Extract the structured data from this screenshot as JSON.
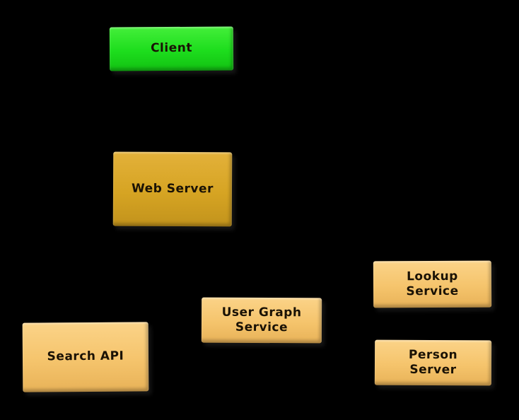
{
  "diagram": {
    "title": "service-architecture-diagram",
    "background_color": "#000000",
    "text_color": "#1a1205",
    "nodes": [
      {
        "id": "client",
        "label": "Client",
        "fill": "#1ddd1d"
      },
      {
        "id": "web-server",
        "label": "Web Server",
        "fill": "#d6a423"
      },
      {
        "id": "search-api",
        "label": "Search API",
        "fill": "#f5c46c"
      },
      {
        "id": "user-graph-service",
        "label": "User Graph\nService",
        "fill": "#f5c46c"
      },
      {
        "id": "lookup-service",
        "label": "Lookup\nService",
        "fill": "#f5c46c"
      },
      {
        "id": "person-server",
        "label": "Person\nServer",
        "fill": "#f5c46c"
      }
    ]
  }
}
